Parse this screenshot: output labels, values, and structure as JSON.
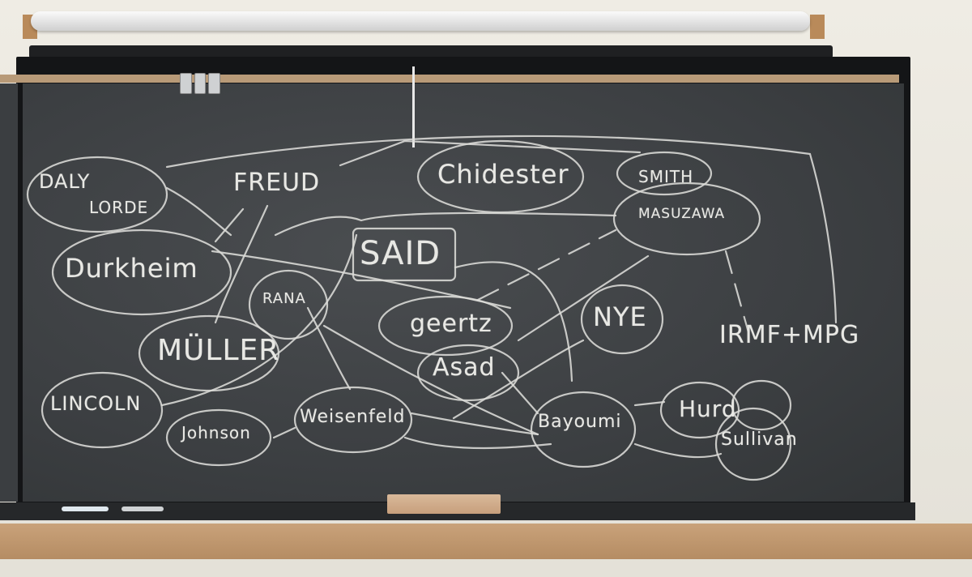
{
  "board": {
    "names": {
      "daly": "DALY",
      "lorde": "LORDE",
      "freud": "FREUD",
      "chidester": "Chidester",
      "smith": "SMITH",
      "masuzawa": "MASUZAWA",
      "durkheim": "Durkheim",
      "said": "SAID",
      "rana": "RANA",
      "geertz": "geertz",
      "nye": "NYE",
      "muller": "MÜLLER",
      "asad": "Asad",
      "irmf": "IRMF+MPG",
      "lincoln": "LINCOLN",
      "johnson": "Johnson",
      "weisenfeld": "Weisenfeld",
      "bayoumi": "Bayoumi",
      "hurd": "Hurd",
      "sullivan": "Sullivan"
    }
  },
  "colors": {
    "chalkboard": "#3c3f42",
    "chalk": "#dcdcd8",
    "wood": "#b58c63"
  }
}
